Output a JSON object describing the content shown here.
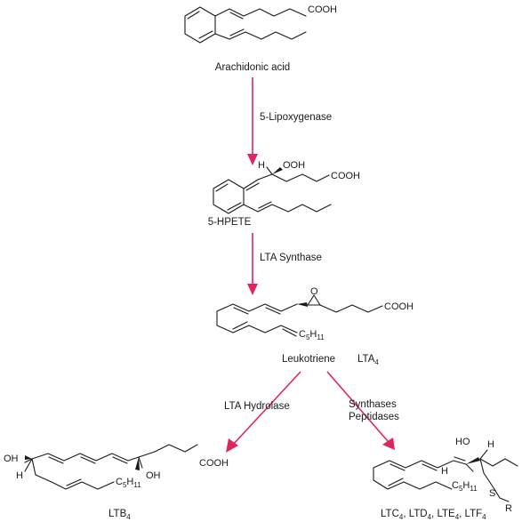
{
  "compounds": {
    "arachidonic_acid": {
      "name": "Arachidonic acid",
      "acid_group": "COOH"
    },
    "hpete": {
      "name": "5-HPETE",
      "h": "H",
      "ooh": "OOH",
      "acid_group": "COOH"
    },
    "lta4": {
      "name": "Leukotriene",
      "name_short": "LTA",
      "name_sub": "4",
      "epoxide_o": "O",
      "acid_group": "COOH",
      "chain_c": "C",
      "chain_c_sub": "5",
      "chain_h": "H",
      "chain_h_sub": "11"
    },
    "ltb4": {
      "name": "LTB",
      "name_sub": "4",
      "oh_left": "OH",
      "h_left": "H",
      "oh_right": "OH",
      "acid_group": "COOH",
      "chain_c": "C",
      "chain_c_sub": "5",
      "chain_h": "H",
      "chain_h_sub": "11"
    },
    "cysteinyl": {
      "names": [
        {
          "prefix": "LTC",
          "sub": "4",
          "sep": ", "
        },
        {
          "prefix": "LTD",
          "sub": "4",
          "sep": ", "
        },
        {
          "prefix": "LTE",
          "sub": "4",
          "sep": ", "
        },
        {
          "prefix": "LTF",
          "sub": "4",
          "sep": ""
        }
      ],
      "ho": "HO",
      "h_top": "H",
      "h_left": "H",
      "s": "S",
      "r": "R",
      "chain_c": "C",
      "chain_c_sub": "5",
      "chain_h": "H",
      "chain_h_sub": "11"
    }
  },
  "enzymes": {
    "step1": "5-Lipoxygenase",
    "step2": "LTA Synthase",
    "step3_left": "LTA Hydrolase",
    "step3_right_line1": "Synthases",
    "step3_right_line2": "Peptidases"
  },
  "colors": {
    "arrow": "#e0245e",
    "bond": "#1a1a1a"
  }
}
